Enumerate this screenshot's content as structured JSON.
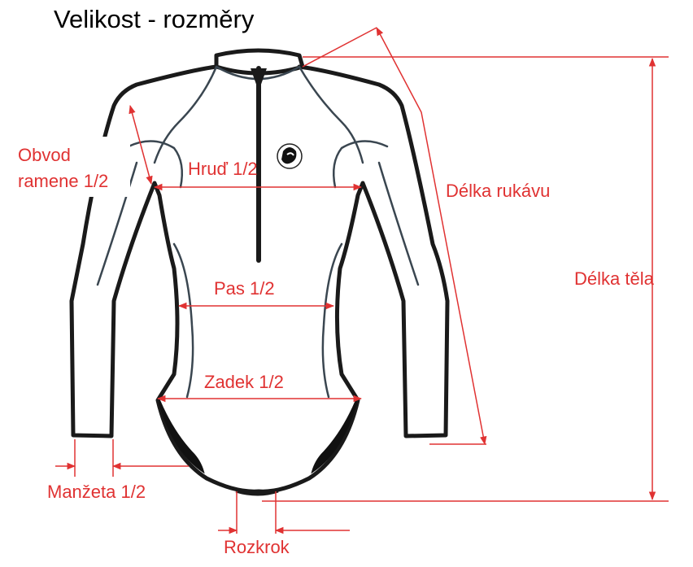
{
  "title": "Velikost - rozměry",
  "labels": {
    "obvod_line1": "Obvod",
    "obvod_line2": "ramene 1/2",
    "hrud": "Hruď 1/2",
    "delka_rukavu": "Délka rukávu",
    "delka_tela": "Délka těla",
    "pas": "Pas 1/2",
    "zadek": "Zadek 1/2",
    "manzeta": "Manžeta 1/2",
    "rozkrok": "Rozkrok"
  },
  "colors": {
    "measure": "#e03232",
    "outline": "#1a1a1a",
    "outline_inner": "#3a4650",
    "text": "#000000"
  },
  "icons": [
    "logo-icon"
  ]
}
